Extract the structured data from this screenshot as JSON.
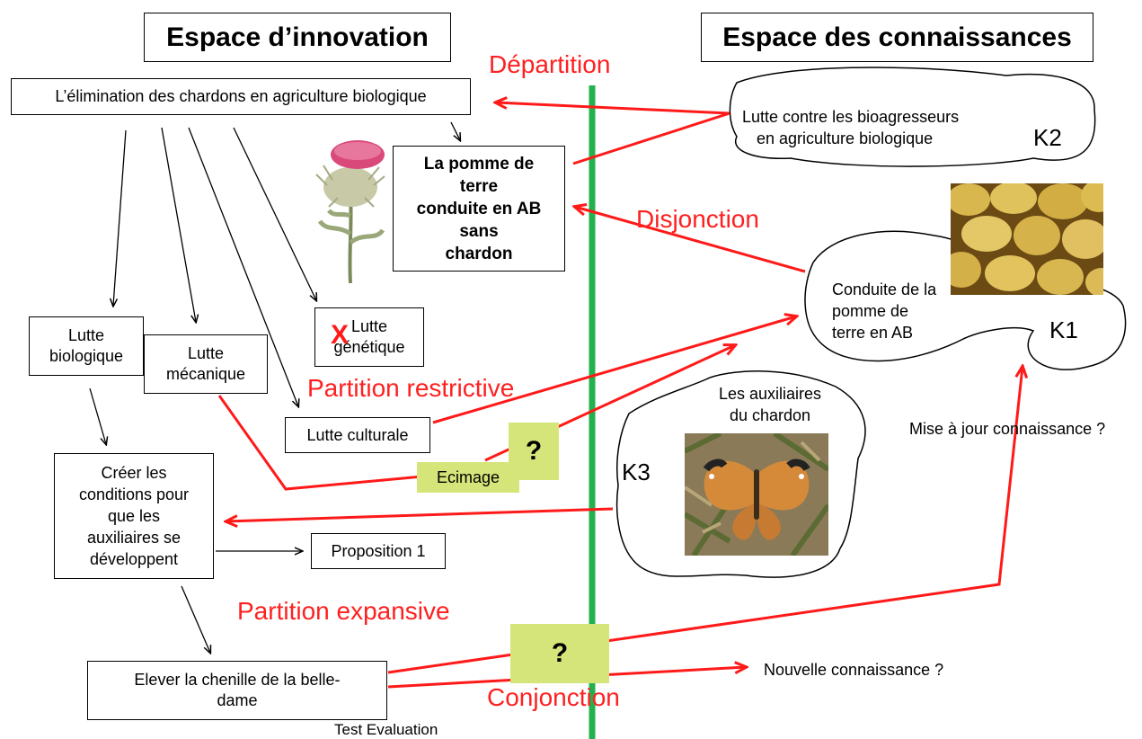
{
  "headers": {
    "innovation": "Espace d’innovation",
    "knowledge": "Espace des connaissances"
  },
  "operators": {
    "departition": "Départition",
    "disjonction": "Disjonction",
    "partition_restrictive": "Partition restrictive",
    "partition_expansive": "Partition expansive",
    "conjonction": "Conjonction"
  },
  "concepts": {
    "root": "L’élimination des chardons en agriculture biologique",
    "pomme_de_terre": [
      "La pomme de",
      "terre",
      "conduite en AB",
      "sans",
      "chardon"
    ],
    "lutte_biologique": [
      "Lutte",
      "biologique"
    ],
    "lutte_mecanique": [
      "Lutte",
      "mécanique"
    ],
    "lutte_genetique": [
      "Lutte",
      "génétique"
    ],
    "lutte_culturale": "Lutte culturale",
    "ecimage": "Ecimage",
    "creer_conditions": [
      "Créer les",
      "conditions pour",
      "que les",
      "auxiliaires se",
      "développent"
    ],
    "proposition": "Proposition 1",
    "elever": [
      "Elever la chenille  de la belle-",
      "dame"
    ],
    "test_evaluation": "Test Evaluation",
    "cross_mark": "X"
  },
  "knowledge": {
    "k2_text": [
      "Lutte contre les bioagresseurs",
      "en agriculture biologique"
    ],
    "k2_label": "K2",
    "k1_text": [
      "Conduite de la",
      "pomme de",
      "terre en AB"
    ],
    "k1_label": "K1",
    "k3_text": [
      "Les auxiliaires",
      "du chardon"
    ],
    "k3_label": "K3",
    "update": "Mise à jour connaissance ?",
    "new": "Nouvelle connaissance ?"
  },
  "question_marks": {
    "q1": "?",
    "q2": "?"
  },
  "images": {
    "thistle": "thistle-flower-image",
    "potatoes": "potatoes-image",
    "butterfly": "painted-lady-butterfly-image"
  },
  "colors": {
    "operator_red": "#ff2020",
    "divider_green": "#22b14c",
    "question_fill": "#d6e57a"
  }
}
